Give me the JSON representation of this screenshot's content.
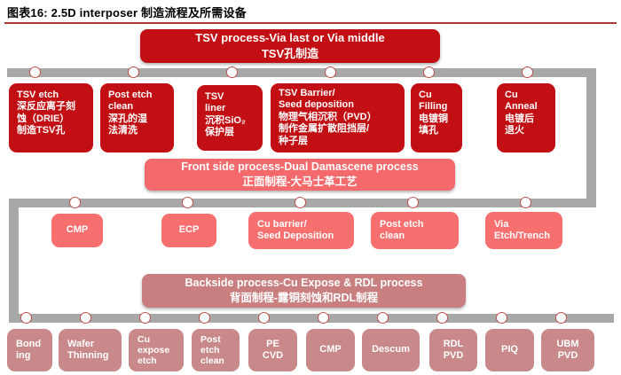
{
  "title": "图表16: 2.5D interposer 制造流程及所需设备",
  "colors": {
    "dark_red_box": "#C20F13",
    "salmon_box": "#F7706F",
    "salmon_banner": "#F4696B",
    "rose_banner": "#C97F80",
    "mauve_box": "#C9898B",
    "connector_gray": "#A8A8A8",
    "node_border": "#C0504D",
    "title_underline": "#AC3A2E"
  },
  "flow": {
    "top_banner": "TSV process-Via last or Via middle\nTSV孔制造",
    "front_banner": "Front side process-Dual Damascene process\n正面制程-大马士革工艺",
    "back_banner": "Backside process-Cu Expose & RDL process\n背面制程-露铜刻蚀和RDL制程",
    "row1": [
      {
        "text": "TSV etch\n深反应离子刻\n蚀（DRIE）\n制造TSV孔"
      },
      {
        "text": "Post etch\nclean\n深孔的湿\n法清洗"
      },
      {
        "text": "TSV\nliner\n沉积SiO₂\n保护层"
      },
      {
        "text": "TSV Barrier/\nSeed deposition\n物理气相沉积（PVD）\n制作金属扩散阻挡层/\n种子层"
      },
      {
        "text": "Cu\nFilling\n电镀铜\n填孔"
      },
      {
        "text": "Cu\nAnneal\n电镀后\n退火"
      }
    ],
    "row2": [
      {
        "text": "CMP"
      },
      {
        "text": "ECP"
      },
      {
        "text": "Cu barrier/\nSeed Deposition"
      },
      {
        "text": "Post etch\nclean"
      },
      {
        "text": "Via\nEtch/Trench"
      }
    ],
    "row3": [
      {
        "text": "Bond\ning"
      },
      {
        "text": "Wafer\nThinning"
      },
      {
        "text": "Cu\nexpose\netch"
      },
      {
        "text": "Post\netch\nclean"
      },
      {
        "text": "PE\nCVD"
      },
      {
        "text": "CMP"
      },
      {
        "text": "Descum"
      },
      {
        "text": "RDL\nPVD"
      },
      {
        "text": "PIQ"
      },
      {
        "text": "UBM\nPVD"
      }
    ]
  }
}
